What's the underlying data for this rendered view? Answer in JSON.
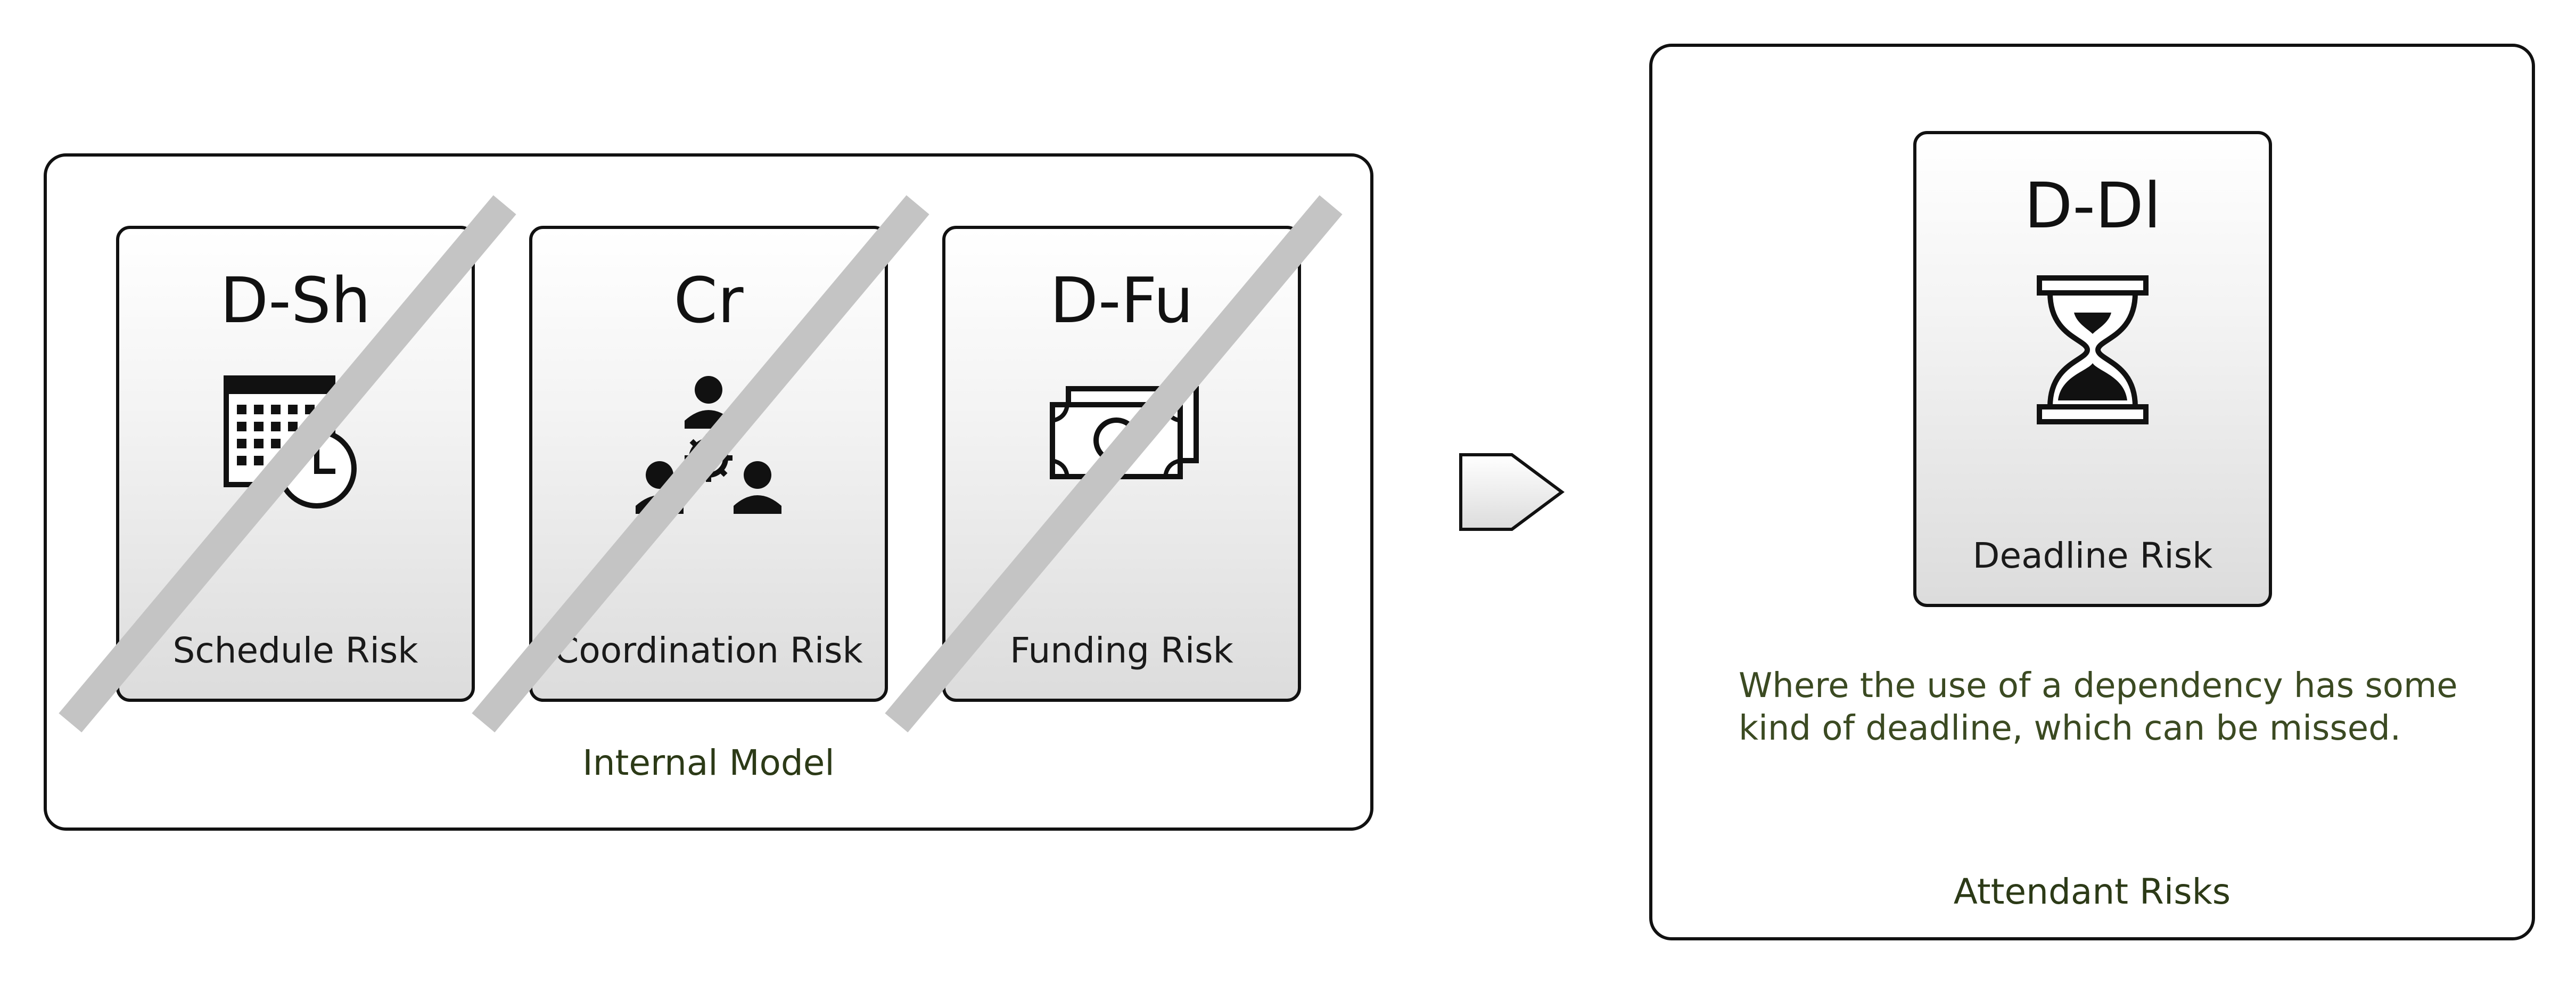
{
  "internal_model": {
    "label": "Internal Model",
    "cards": [
      {
        "code": "D-Sh",
        "label": "Schedule Risk",
        "icon": "calendar-clock-icon",
        "crossed_out": true
      },
      {
        "code": "Cr",
        "label": "Coordination Risk",
        "icon": "people-coordination-icon",
        "crossed_out": true
      },
      {
        "code": "D-Fu",
        "label": "Funding Risk",
        "icon": "banknotes-icon",
        "crossed_out": true
      }
    ]
  },
  "arrow": {
    "icon": "arrow-right-pentagon-icon"
  },
  "attendant_risks": {
    "label": "Attendant Risks",
    "card": {
      "code": "D-Dl",
      "label": "Deadline Risk",
      "icon": "hourglass-icon"
    },
    "description_line1": "Where the use of a dependency has some",
    "description_line2": "kind of deadline, which can be missed."
  },
  "colors": {
    "border": "#111111",
    "strike": "#c4c4c4",
    "label_text": "#2c3a17",
    "description_text": "#3b4a22"
  }
}
